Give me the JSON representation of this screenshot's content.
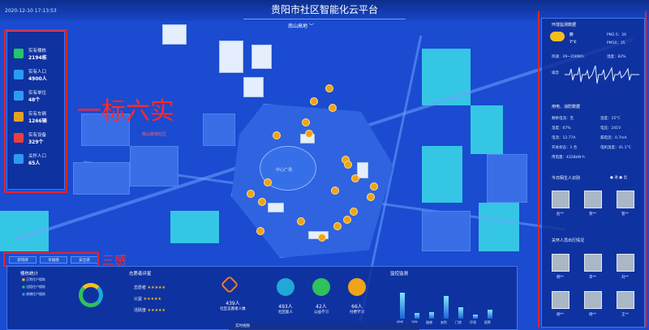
{
  "header": {
    "title": "贵阳市社区智能化云平台",
    "datetime": "2020-12-10 17:13:53",
    "district": "南山高地 ﹀"
  },
  "map": {
    "plaza_label": "中心广场",
    "poi_label": "南山高地社区"
  },
  "left_stats": [
    {
      "label": "实有楼栋",
      "value": "2194栋",
      "color": "#22c86a",
      "icon": "building-icon"
    },
    {
      "label": "实有人口",
      "value": "4900人",
      "color": "#2c9cf0",
      "icon": "people-icon"
    },
    {
      "label": "实有单位",
      "value": "48个",
      "color": "#2c9cf0",
      "icon": "briefcase-icon"
    },
    {
      "label": "实有车辆",
      "value": "1266辆",
      "color": "#e8a020",
      "icon": "car-icon"
    },
    {
      "label": "实有设备",
      "value": "329个",
      "color": "#e84040",
      "icon": "camera-icon"
    },
    {
      "label": "关怀人口",
      "value": "65人",
      "color": "#2c9cf0",
      "icon": "user-icon"
    }
  ],
  "annotations": {
    "six": "一标六实",
    "three": "三感"
  },
  "tabs": [
    "获得感",
    "幸福感",
    "安全感"
  ],
  "bottom": {
    "sec1_title": "楼栋统计",
    "sec1_legend": [
      "正常住户楼栋",
      "出租住户楼栋",
      "商铺住户楼栋"
    ],
    "sec2_title": "志愿者评星",
    "ratings": [
      {
        "label": "志愿者",
        "stars": "★★★★★"
      },
      {
        "label": "公益",
        "stars": "★★★★★"
      },
      {
        "label": "活跃度",
        "stars": "★★★★★"
      }
    ],
    "stats": [
      {
        "value": "439人",
        "label": "社区志愿者人数",
        "color": "#f07a2a"
      },
      {
        "value": "493人",
        "label": "社区能人",
        "color": "#1fa8d8"
      },
      {
        "value": "42人",
        "label": "公益学习",
        "color": "#2ec25a"
      },
      {
        "value": "66人",
        "label": "付费学习",
        "color": "#f0a21a"
      }
    ],
    "sec3_title": "监控监测",
    "bar_labels": [
      "视频",
      "消防",
      "烟感",
      "安防",
      "门禁",
      "环境",
      "报警"
    ],
    "bar_values": [
      70,
      15,
      18,
      60,
      30,
      10,
      25
    ],
    "video_label": "实时视频"
  },
  "right": {
    "env_title": "环境监测数据",
    "weather": {
      "condition": "阴",
      "temp": "7℃",
      "pm25": "PM2.5：26",
      "pm10": "PM10：35",
      "wind": "风速：29~35KM/h",
      "humidity": "湿度：82%",
      "noise": "噪音"
    },
    "elec_title": "用电、消防数据",
    "elec": [
      [
        "剩余电流：无",
        "温度：15°C"
      ],
      [
        "湿度：67%",
        "电压：241V"
      ],
      [
        "电流：12.77A",
        "漏电流：0.7mA"
      ],
      [
        "开关状态：1 合",
        "电机温度：41.1°C"
      ],
      [
        "用电量：4328kW·h",
        ""
      ]
    ],
    "faces_title": "今日陌生人识别",
    "faces_legend": "● 进 ● 出",
    "faces1": [
      "赵**",
      "贺**",
      "管**"
    ],
    "care_title": "关怀人员出行情况",
    "faces2": [
      "韩**",
      "李**",
      "刘**",
      "杨**",
      "杨**",
      "王**"
    ]
  }
}
